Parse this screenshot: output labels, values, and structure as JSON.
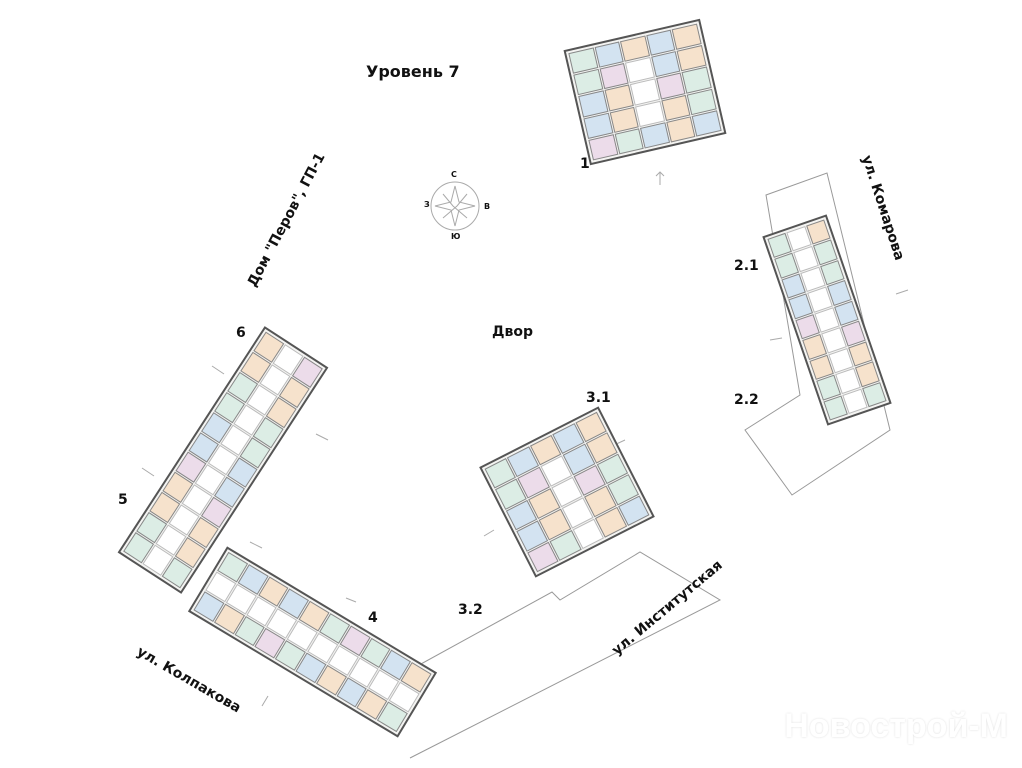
{
  "title": "Уровень 7",
  "compass": {
    "n": "С",
    "s": "Ю",
    "w": "З",
    "e": "В"
  },
  "labels": {
    "courtyard": "Двор",
    "house_perov": "Дом \"Перов\", ГП-1",
    "street_komarova": "ул. Комарова",
    "street_institutskaya": "ул. Институтская",
    "street_kolpakova": "ул. Колпакова"
  },
  "sections": [
    "1",
    "2.1",
    "2.2",
    "3.1",
    "3.2",
    "4",
    "5",
    "6"
  ],
  "watermark": "Новострой-М",
  "colors": {
    "pink": "#ecdcea",
    "blue": "#d3e3f1",
    "green": "#dcede5",
    "orange": "#f6e2cc",
    "gray": "#eeeeee"
  }
}
